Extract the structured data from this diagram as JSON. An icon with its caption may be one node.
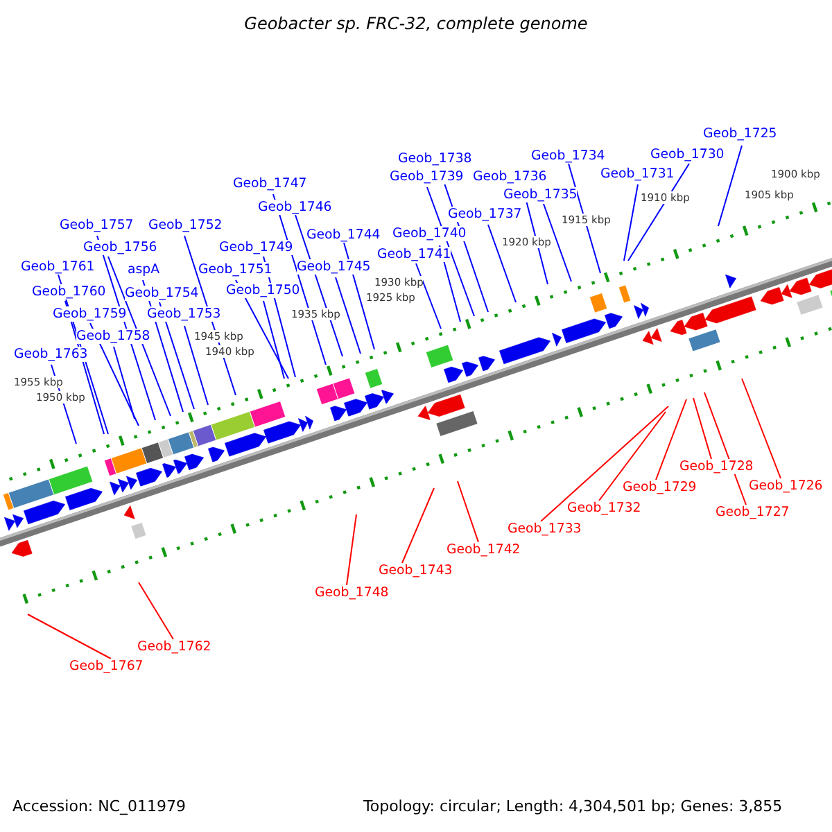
{
  "diagram": {
    "title": "Geobacter sp. FRC-32, complete genome",
    "nodes": [
      {
        "text": [
          "Geob_1725"
        ]
      },
      {
        "text": [
          "Geob_1730"
        ]
      },
      {
        "text": [
          "Geob_1734"
        ]
      },
      {
        "text": [
          "Geob_1738"
        ]
      },
      {
        "text": [
          "Geob_1731"
        ]
      },
      {
        "text": [
          "Geob_1739"
        ]
      },
      {
        "text": [
          "Geob_1736"
        ]
      },
      {
        "text": [
          "Geob_1747"
        ]
      },
      {
        "text": [
          "Geob_1735"
        ]
      },
      {
        "text": [
          "Geob_1746"
        ]
      },
      {
        "text": [
          "Geob_1737"
        ]
      },
      {
        "text": [
          "Geob_1757"
        ]
      },
      {
        "text": [
          "Geob_1752"
        ]
      },
      {
        "text": [
          "Geob_1740"
        ]
      },
      {
        "text": [
          "Geob_1744"
        ]
      },
      {
        "text": [
          "Geob_1756"
        ]
      },
      {
        "text": [
          "Geob_1749"
        ]
      },
      {
        "text": [
          "Geob_1741"
        ]
      },
      {
        "text": [
          "Geob_1761"
        ]
      },
      {
        "text": [
          "aspA"
        ]
      },
      {
        "text": [
          "Geob_1751"
        ]
      },
      {
        "text": [
          "Geob_1745"
        ]
      },
      {
        "text": [
          "Geob_1760"
        ]
      },
      {
        "text": [
          "Geob_1750"
        ]
      },
      {
        "text": [
          "Geob_1754"
        ]
      },
      {
        "text": [
          "Geob_1759"
        ]
      },
      {
        "text": [
          "Geob_1753"
        ]
      },
      {
        "text": [
          "Geob_1758"
        ]
      },
      {
        "text": [
          "Geob_1763"
        ]
      },
      {
        "text": [
          "Geob_1728"
        ]
      },
      {
        "text": [
          "Geob_1726"
        ]
      },
      {
        "text": [
          "Geob_1729"
        ]
      },
      {
        "text": [
          "Geob_1732"
        ]
      },
      {
        "text": [
          "Geob_1727"
        ]
      },
      {
        "text": [
          "Geob_1733"
        ]
      },
      {
        "text": [
          "Geob_1742"
        ]
      },
      {
        "text": [
          "Geob_1743"
        ]
      },
      {
        "text": [
          "Geob_1748"
        ]
      },
      {
        "text": [
          "Geob_1762"
        ]
      },
      {
        "text": [
          "Geob_1767"
        ]
      }
    ],
    "edges": [
      {
        "from": 0,
        "to": null,
        "arrow": "none"
      },
      {
        "from": 1,
        "to": null,
        "arrow": "none"
      },
      {
        "from": 2,
        "to": null,
        "arrow": "none"
      },
      {
        "from": 3,
        "to": null,
        "arrow": "none"
      },
      {
        "from": 4,
        "to": null,
        "arrow": "none"
      },
      {
        "from": 5,
        "to": null,
        "arrow": "none"
      },
      {
        "from": 6,
        "to": null,
        "arrow": "none"
      },
      {
        "from": 7,
        "to": null,
        "arrow": "none"
      },
      {
        "from": 8,
        "to": null,
        "arrow": "none"
      },
      {
        "from": 9,
        "to": null,
        "arrow": "none"
      },
      {
        "from": 10,
        "to": null,
        "arrow": "none"
      },
      {
        "from": 11,
        "to": null,
        "arrow": "none"
      },
      {
        "from": 12,
        "to": null,
        "arrow": "none"
      },
      {
        "from": 13,
        "to": null,
        "arrow": "none"
      },
      {
        "from": 14,
        "to": null,
        "arrow": "none"
      },
      {
        "from": 15,
        "to": null,
        "arrow": "none"
      },
      {
        "from": 16,
        "to": null,
        "arrow": "none"
      },
      {
        "from": 17,
        "to": null,
        "arrow": "none"
      },
      {
        "from": 18,
        "to": null,
        "arrow": "none"
      },
      {
        "from": 19,
        "to": null,
        "arrow": "none"
      },
      {
        "from": 20,
        "to": null,
        "arrow": "none"
      },
      {
        "from": 21,
        "to": null,
        "arrow": "none"
      },
      {
        "from": 22,
        "to": null,
        "arrow": "none"
      },
      {
        "from": 23,
        "to": null,
        "arrow": "none"
      },
      {
        "from": 24,
        "to": null,
        "arrow": "none"
      },
      {
        "from": 25,
        "to": null,
        "arrow": "none"
      },
      {
        "from": 26,
        "to": null,
        "arrow": "none"
      },
      {
        "from": 27,
        "to": null,
        "arrow": "none"
      },
      {
        "from": 28,
        "to": null,
        "arrow": "none"
      },
      {
        "from": 29,
        "to": null,
        "arrow": "none",
        "color": "#ff0000"
      },
      {
        "from": 30,
        "to": null,
        "arrow": "none",
        "color": "#ff0000"
      },
      {
        "from": 31,
        "to": null,
        "arrow": "none",
        "color": "#ff0000"
      },
      {
        "from": 32,
        "to": null,
        "arrow": "none",
        "color": "#ff0000"
      },
      {
        "from": 33,
        "to": null,
        "arrow": "none",
        "color": "#ff0000"
      },
      {
        "from": 34,
        "to": null,
        "arrow": "none",
        "color": "#ff0000"
      },
      {
        "from": 35,
        "to": null,
        "arrow": "none",
        "color": "#ff0000"
      },
      {
        "from": 36,
        "to": null,
        "arrow": "none",
        "color": "#ff0000"
      },
      {
        "from": 37,
        "to": null,
        "arrow": "none",
        "color": "#ff0000"
      },
      {
        "from": 38,
        "to": null,
        "arrow": "none",
        "color": "#ff0000"
      },
      {
        "from": 39,
        "to": null,
        "arrow": "none",
        "color": "#ff0000"
      }
    ],
    "labels": [
      "1900 kbp",
      "1905 kbp",
      "1910 kbp",
      "1915 kbp",
      "1920 kbp",
      "1925 kbp",
      "1930 kbp",
      "1935 kbp",
      "1940 kbp",
      "1945 kbp",
      "1950 kbp",
      "1955 kbp",
      "Accession: NC_011979",
      "Topology: circular; Length: 4,304,501 bp; Genes: 3,855"
    ]
  }
}
